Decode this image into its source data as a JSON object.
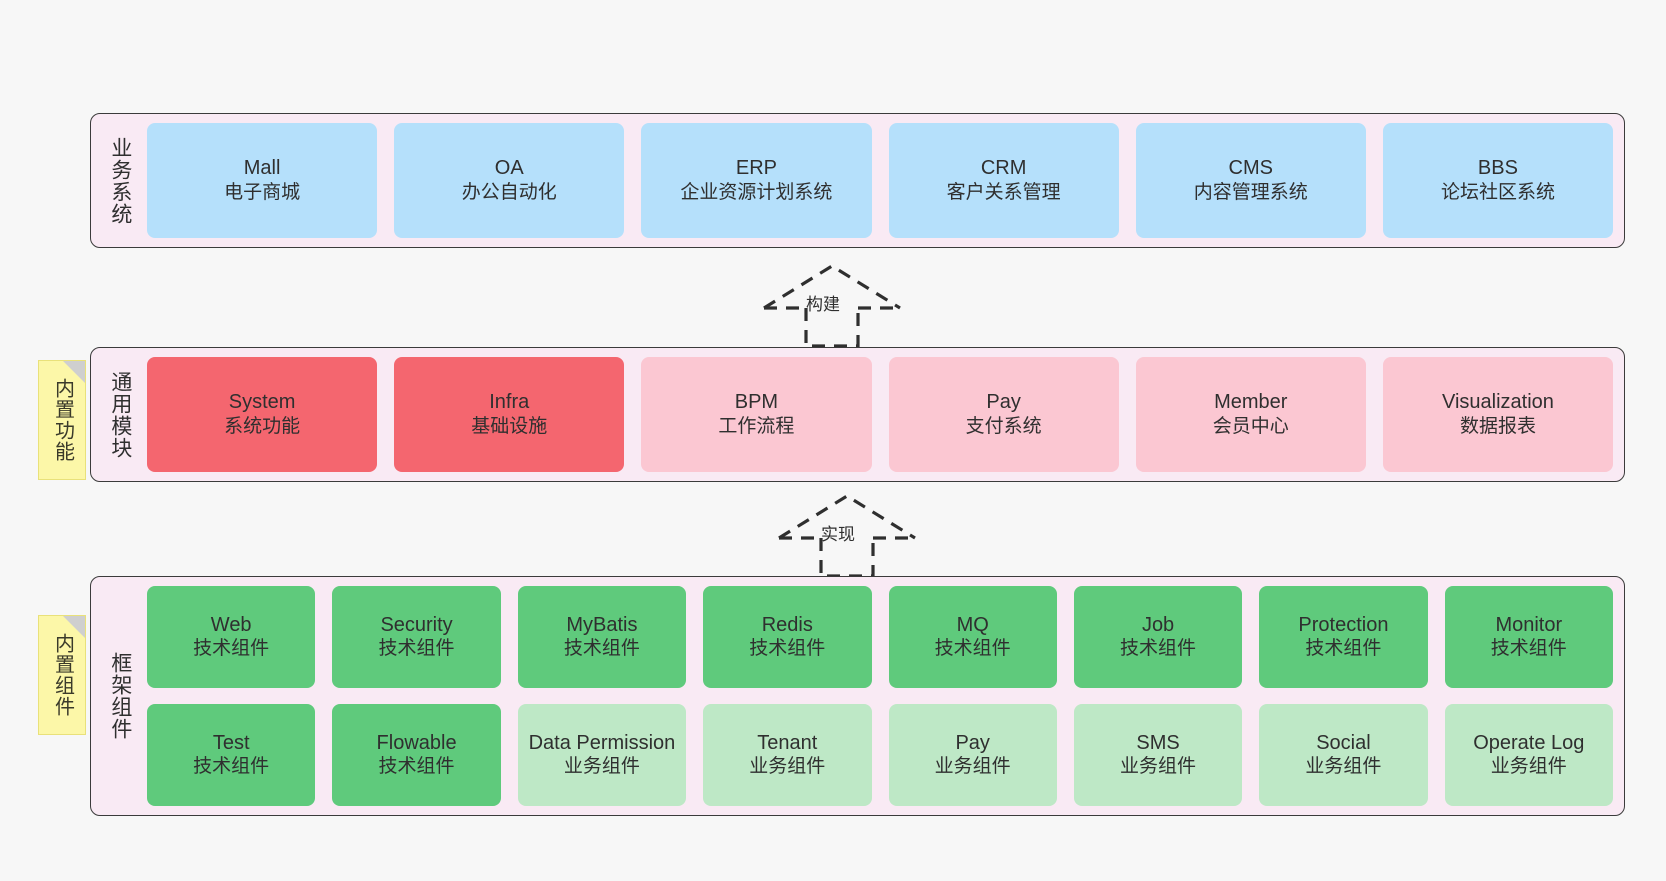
{
  "diagram": {
    "title_hidden": "",
    "layers": [
      {
        "name": "business-systems",
        "title": "业务系统",
        "rows": [
          {
            "cards": [
              {
                "en": "Mall",
                "cn": "电子商城",
                "style": "blue"
              },
              {
                "en": "OA",
                "cn": "办公自动化",
                "style": "blue"
              },
              {
                "en": "ERP",
                "cn": "企业资源计划系统",
                "style": "blue"
              },
              {
                "en": "CRM",
                "cn": "客户关系管理",
                "style": "blue"
              },
              {
                "en": "CMS",
                "cn": "内容管理系统",
                "style": "blue"
              },
              {
                "en": "BBS",
                "cn": "论坛社区系统",
                "style": "blue"
              }
            ]
          }
        ]
      },
      {
        "name": "common-modules",
        "title": "通用模块",
        "note": "内置功能",
        "rows": [
          {
            "cards": [
              {
                "en": "System",
                "cn": "系统功能",
                "style": "red"
              },
              {
                "en": "Infra",
                "cn": "基础设施",
                "style": "red"
              },
              {
                "en": "BPM",
                "cn": "工作流程",
                "style": "pink"
              },
              {
                "en": "Pay",
                "cn": "支付系统",
                "style": "pink"
              },
              {
                "en": "Member",
                "cn": "会员中心",
                "style": "pink"
              },
              {
                "en": "Visualization",
                "cn": "数据报表",
                "style": "pink"
              }
            ]
          }
        ]
      },
      {
        "name": "framework-components",
        "title": "框架组件",
        "note": "内置组件",
        "rows": [
          {
            "cards": [
              {
                "en": "Web",
                "cn": "技术组件",
                "style": "green"
              },
              {
                "en": "Security",
                "cn": "技术组件",
                "style": "green"
              },
              {
                "en": "MyBatis",
                "cn": "技术组件",
                "style": "green"
              },
              {
                "en": "Redis",
                "cn": "技术组件",
                "style": "green"
              },
              {
                "en": "MQ",
                "cn": "技术组件",
                "style": "green"
              },
              {
                "en": "Job",
                "cn": "技术组件",
                "style": "green"
              },
              {
                "en": "Protection",
                "cn": "技术组件",
                "style": "green"
              },
              {
                "en": "Monitor",
                "cn": "技术组件",
                "style": "green"
              }
            ]
          },
          {
            "cards": [
              {
                "en": "Test",
                "cn": "技术组件",
                "style": "green"
              },
              {
                "en": "Flowable",
                "cn": "技术组件",
                "style": "green"
              },
              {
                "en": "Data Permission",
                "cn": "业务组件",
                "style": "lgreen"
              },
              {
                "en": "Tenant",
                "cn": "业务组件",
                "style": "lgreen"
              },
              {
                "en": "Pay",
                "cn": "业务组件",
                "style": "lgreen"
              },
              {
                "en": "SMS",
                "cn": "业务组件",
                "style": "lgreen"
              },
              {
                "en": "Social",
                "cn": "业务组件",
                "style": "lgreen"
              },
              {
                "en": "Operate Log",
                "cn": "业务组件",
                "style": "lgreen"
              }
            ]
          }
        ]
      }
    ],
    "connectors": [
      {
        "name": "build-arrow",
        "label": "构建"
      },
      {
        "name": "implement-arrow",
        "label": "实现"
      }
    ],
    "colors": {
      "background": "#f7f7f7",
      "layer_fill": "#f9eaf4",
      "layer_border": "#3b3b3b",
      "blue": "#b5e0fb",
      "red": "#f4666f",
      "pink": "#fbc7d2",
      "green": "#5fca7c",
      "light_green": "#bee8c6",
      "note_fill": "#fcf7a8"
    }
  }
}
